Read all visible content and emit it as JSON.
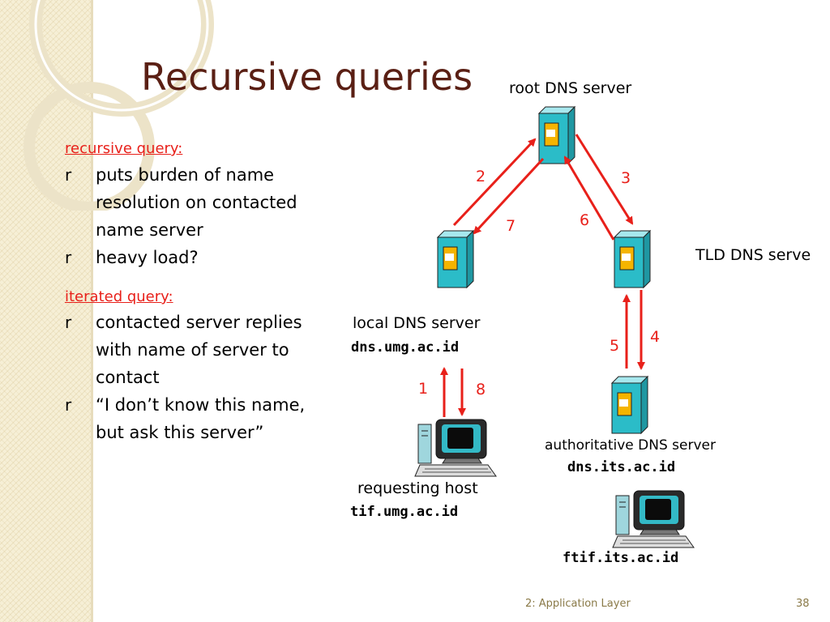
{
  "slide": {
    "title": "Recursive queries",
    "page_number": "38",
    "footer_text": "2: Application Layer"
  },
  "recursive": {
    "heading": "recursive query:",
    "bullet_glyph": "r",
    "items": [
      {
        "lines": [
          "puts burden of name",
          "resolution on contacted",
          "name server"
        ]
      },
      {
        "lines": [
          "heavy load?"
        ]
      }
    ]
  },
  "iterated": {
    "heading": "iterated query:",
    "bullet_glyph": "r",
    "items": [
      {
        "lines": [
          "contacted server replies",
          "with name of server to",
          "contact"
        ]
      },
      {
        "lines": [
          "“I don’t know this name,",
          "but ask this server”"
        ]
      }
    ]
  },
  "diagram": {
    "root_label": "root DNS server",
    "tld_label": "TLD DNS serve",
    "local_label": "local DNS server",
    "local_host": "dns.umg.ac.id",
    "auth_label": "authoritative DNS server",
    "auth_host": "dns.its.ac.id",
    "requesting_label": "requesting host",
    "requesting_host": "tif.umg.ac.id",
    "target_host": "ftif.its.ac.id",
    "steps": [
      "1",
      "2",
      "3",
      "4",
      "5",
      "6",
      "7",
      "8"
    ]
  },
  "colors": {
    "arrow": "#e8201a",
    "server_body": "#2bbcc8",
    "server_panel": "#f5b400",
    "title": "#5a1f14"
  },
  "icons": [
    "server-icon",
    "computer-icon"
  ]
}
